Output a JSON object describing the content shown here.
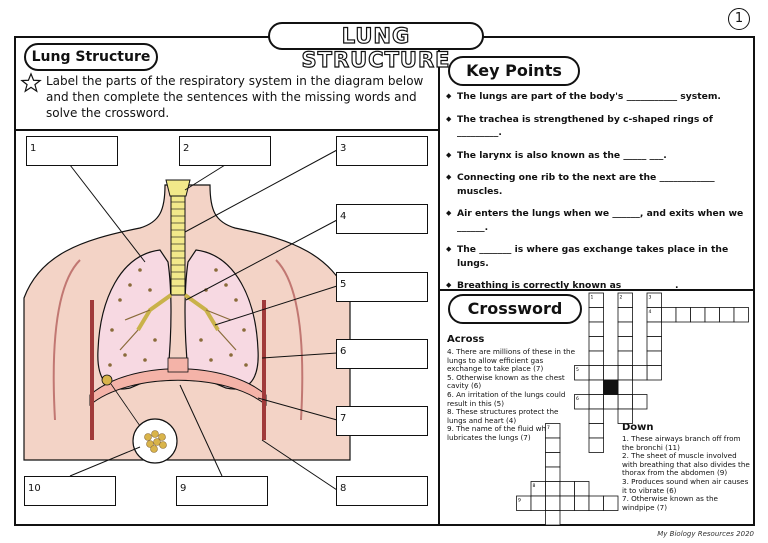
{
  "page_title": "LUNG STRUCTURE",
  "page_number": "1",
  "left_panel": {
    "heading": "Lung Structure",
    "instruction": "Label the parts of the respiratory system in the diagram below and then complete the sentences with the missing words and solve the crossword.",
    "star_icon": "star-icon",
    "label_numbers": [
      "1",
      "2",
      "3",
      "4",
      "5",
      "6",
      "7",
      "8",
      "9",
      "10"
    ]
  },
  "key_points": {
    "heading": "Key Points",
    "items": [
      "The lungs are part of the body's ___________ system.",
      "The trachea is strengthened by c-shaped rings of _________.",
      "The larynx is also known as the _____ ___.",
      "Connecting one rib to the next are the ____________ muscles.",
      "Air enters the lungs when we ______, and exits when we ______.",
      "The _______ is where gas exchange takes place in the lungs.",
      "Breathing is correctly known as ___________."
    ]
  },
  "crossword": {
    "heading": "Crossword",
    "across_heading": "Across",
    "across": [
      "4. There are millions of these in the lungs to allow efficient gas exchange to take place (7)",
      "5. Otherwise known as the chest cavity (6)",
      "6. An irritation of the lungs could result in this (5)",
      "8. These structures protect the lungs and heart (4)",
      "9. The name of the fluid which lubricates the lungs (7)"
    ],
    "down_heading": "Down",
    "down": [
      "1. These airways branch off from the bronchi (11)",
      "2. The sheet of muscle involved with breathing that also divides the thorax from the abdomen (9)",
      "3. Produces sound when air causes it to vibrate (6)",
      "7. Otherwise known as the windpipe (7)"
    ]
  },
  "credit": "My Biology Resources 2020",
  "colors": {
    "lung_fill": "#f7d9e2",
    "trachea": "#f2e98a",
    "diaphragm": "#f4b3a8",
    "skin": "#f3d3c6"
  }
}
